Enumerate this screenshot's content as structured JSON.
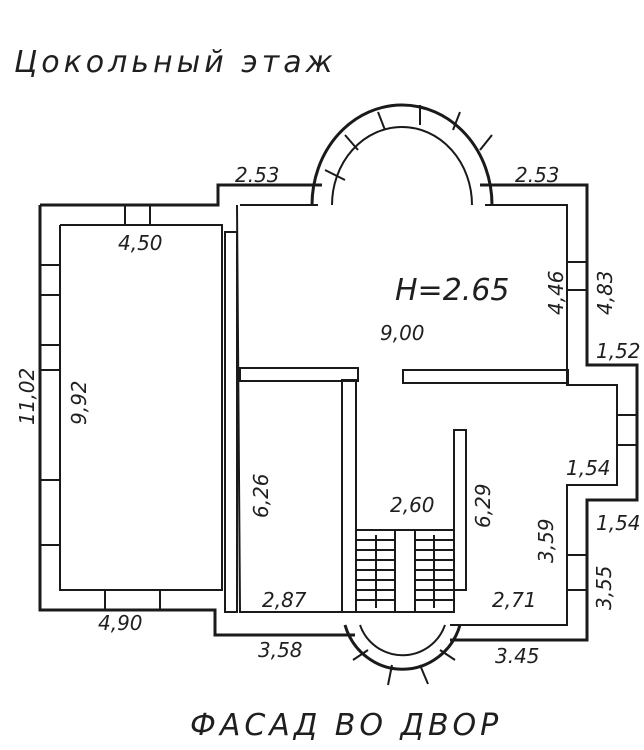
{
  "plan": {
    "title": "Цокольный этаж",
    "caption": "ФАСАД ВО ДВОР",
    "height_label": "H=2.65",
    "dimensions": {
      "top_left_step": "2.53",
      "top_right_step": "2.53",
      "left_room_top": "4,50",
      "left_room_outer_height": "11,02",
      "left_room_inner_height": "9,92",
      "left_room_bottom": "4,90",
      "hall_width": "9,00",
      "hall_height": "4,46",
      "right_outer_upper": "4,83",
      "right_step_upper": "1,52",
      "middle_room_height": "6,26",
      "stair_width": "2,60",
      "stair_right_height": "6,29",
      "right_step_mid": "1,54",
      "right_step_mid_outer": "1,54",
      "right_room_height": "3,59",
      "right_outer_lower": "3,55",
      "middle_room_bottom": "2,87",
      "right_room_bottom": "2,71",
      "bottom_left_segment": "3,58",
      "bottom_right_segment": "3.45"
    }
  }
}
